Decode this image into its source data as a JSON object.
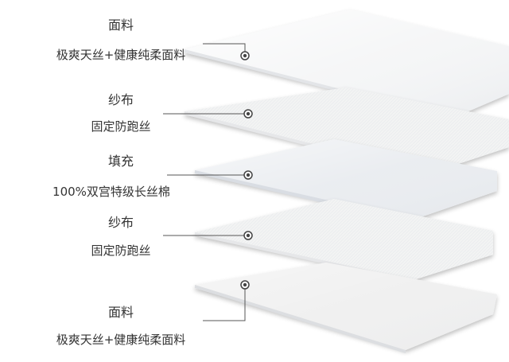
{
  "layers": [
    {
      "id": "face-top",
      "title": "面料",
      "desc": "极爽天丝+健康纯柔面料",
      "tone": "#f4f5f6"
    },
    {
      "id": "gauze-top",
      "title": "纱布",
      "desc": "固定防跑丝",
      "tone": "#f2f3f3"
    },
    {
      "id": "filling",
      "title": "填充",
      "desc": "100%双宫特级长丝棉",
      "tone": "#e8ebef"
    },
    {
      "id": "gauze-bottom",
      "title": "纱布",
      "desc": "固定防跑丝",
      "tone": "#f2f3f3"
    },
    {
      "id": "face-bottom",
      "title": "面料",
      "desc": "极爽天丝+健康纯柔面料",
      "tone": "#efefef"
    }
  ]
}
